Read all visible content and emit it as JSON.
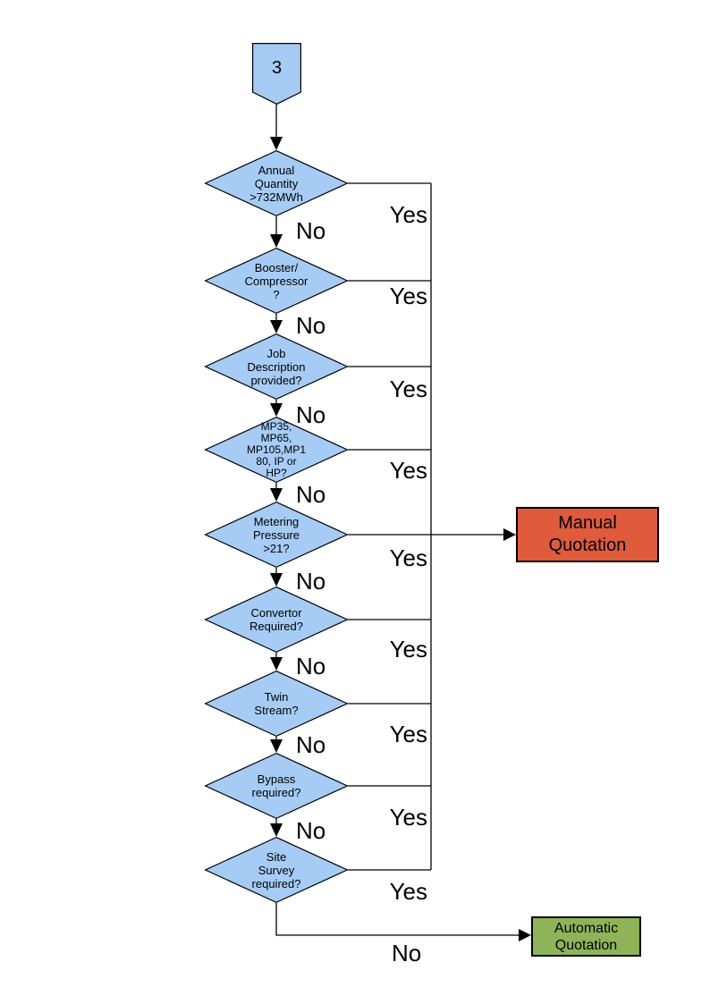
{
  "flowchart": {
    "connector": {
      "label": "3"
    },
    "decisions": [
      {
        "id": "annual-quantity",
        "label": "Annual\nQuantity\n>732MWh"
      },
      {
        "id": "booster-compressor",
        "label": "Booster/\nCompressor\n?"
      },
      {
        "id": "job-description",
        "label": "Job\nDescription\nprovided?"
      },
      {
        "id": "mp-range",
        "label": "MP35,\nMP65,\nMP105,MP1\n80, IP or\nHP?"
      },
      {
        "id": "metering-pressure",
        "label": "Metering\nPressure\n>21?"
      },
      {
        "id": "convertor-required",
        "label": "Convertor\nRequired?"
      },
      {
        "id": "twin-stream",
        "label": "Twin\nStream?"
      },
      {
        "id": "bypass-required",
        "label": "Bypass\nrequired?"
      },
      {
        "id": "site-survey",
        "label": "Site\nSurvey\nrequired?"
      }
    ],
    "outcomes": {
      "manual": {
        "label": "Manual\nQuotation"
      },
      "automatic": {
        "label": "Automatic\nQuotation"
      }
    },
    "edge_labels": {
      "yes": "Yes",
      "no": "No"
    },
    "colors": {
      "decision_fill": "#a6ccf5",
      "manual_fill": "#df5b3c",
      "automatic_fill": "#8fb457",
      "stroke": "#000000"
    }
  }
}
